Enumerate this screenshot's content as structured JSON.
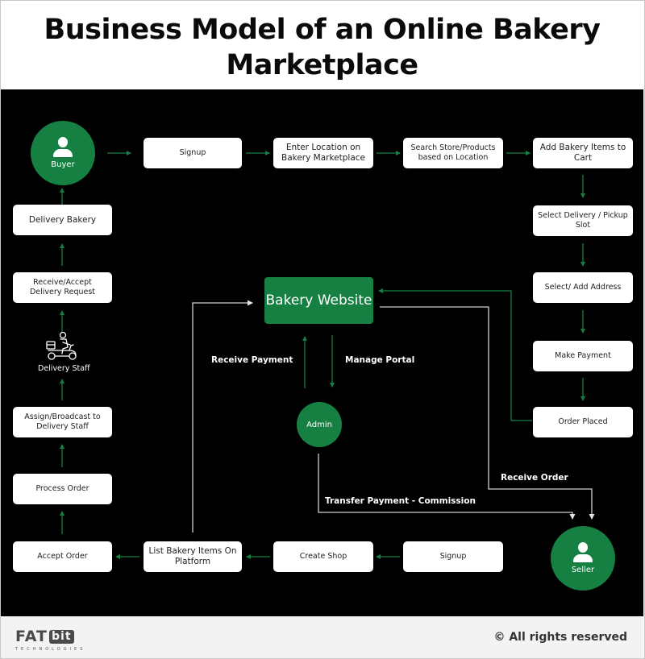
{
  "title": "Business Model of an Online Bakery Marketplace",
  "title_lines": [
    "Business Model of an Online Bakery",
    "Marketplace"
  ],
  "colors": {
    "accent_green": "#168042",
    "background": "#000000",
    "box_fill": "#ffffff",
    "connector_gray": "#bdbdbd"
  },
  "nodes": {
    "buyer": {
      "label": "Buyer",
      "icon": "user-icon"
    },
    "seller": {
      "label": "Seller",
      "icon": "user-icon"
    },
    "admin": {
      "label": "Admin"
    },
    "website": {
      "label": "Bakery Website"
    },
    "delivery_staff": {
      "label": "Delivery Staff",
      "icon": "delivery-scooter-icon"
    }
  },
  "buyer_flow": [
    "Signup",
    "Enter Location on Bakery Marketplace",
    "Search Store/Products based on Location",
    "Add Bakery Items to Cart",
    "Select Delivery / Pickup Slot",
    "Select/ Add Address",
    "Make Payment",
    "Order Placed"
  ],
  "seller_flow": [
    "Signup",
    "Create Shop",
    "List Bakery Items On Platform",
    "Accept Order",
    "Process Order",
    "Assign/Broadcast to Delivery Staff"
  ],
  "delivery_flow": [
    "Receive/Accept Delivery Request",
    "Delivery Bakery"
  ],
  "edge_labels": {
    "receive_payment": "Receive Payment",
    "manage_portal": "Manage Portal",
    "receive_order": "Receive Order",
    "transfer_payment": "Transfer Payment - Commission"
  },
  "footer": {
    "logo_main": "FAT",
    "logo_bit": "bit",
    "logo_sub": "TECHNOLOGIES",
    "copyright": "© All rights reserved"
  }
}
